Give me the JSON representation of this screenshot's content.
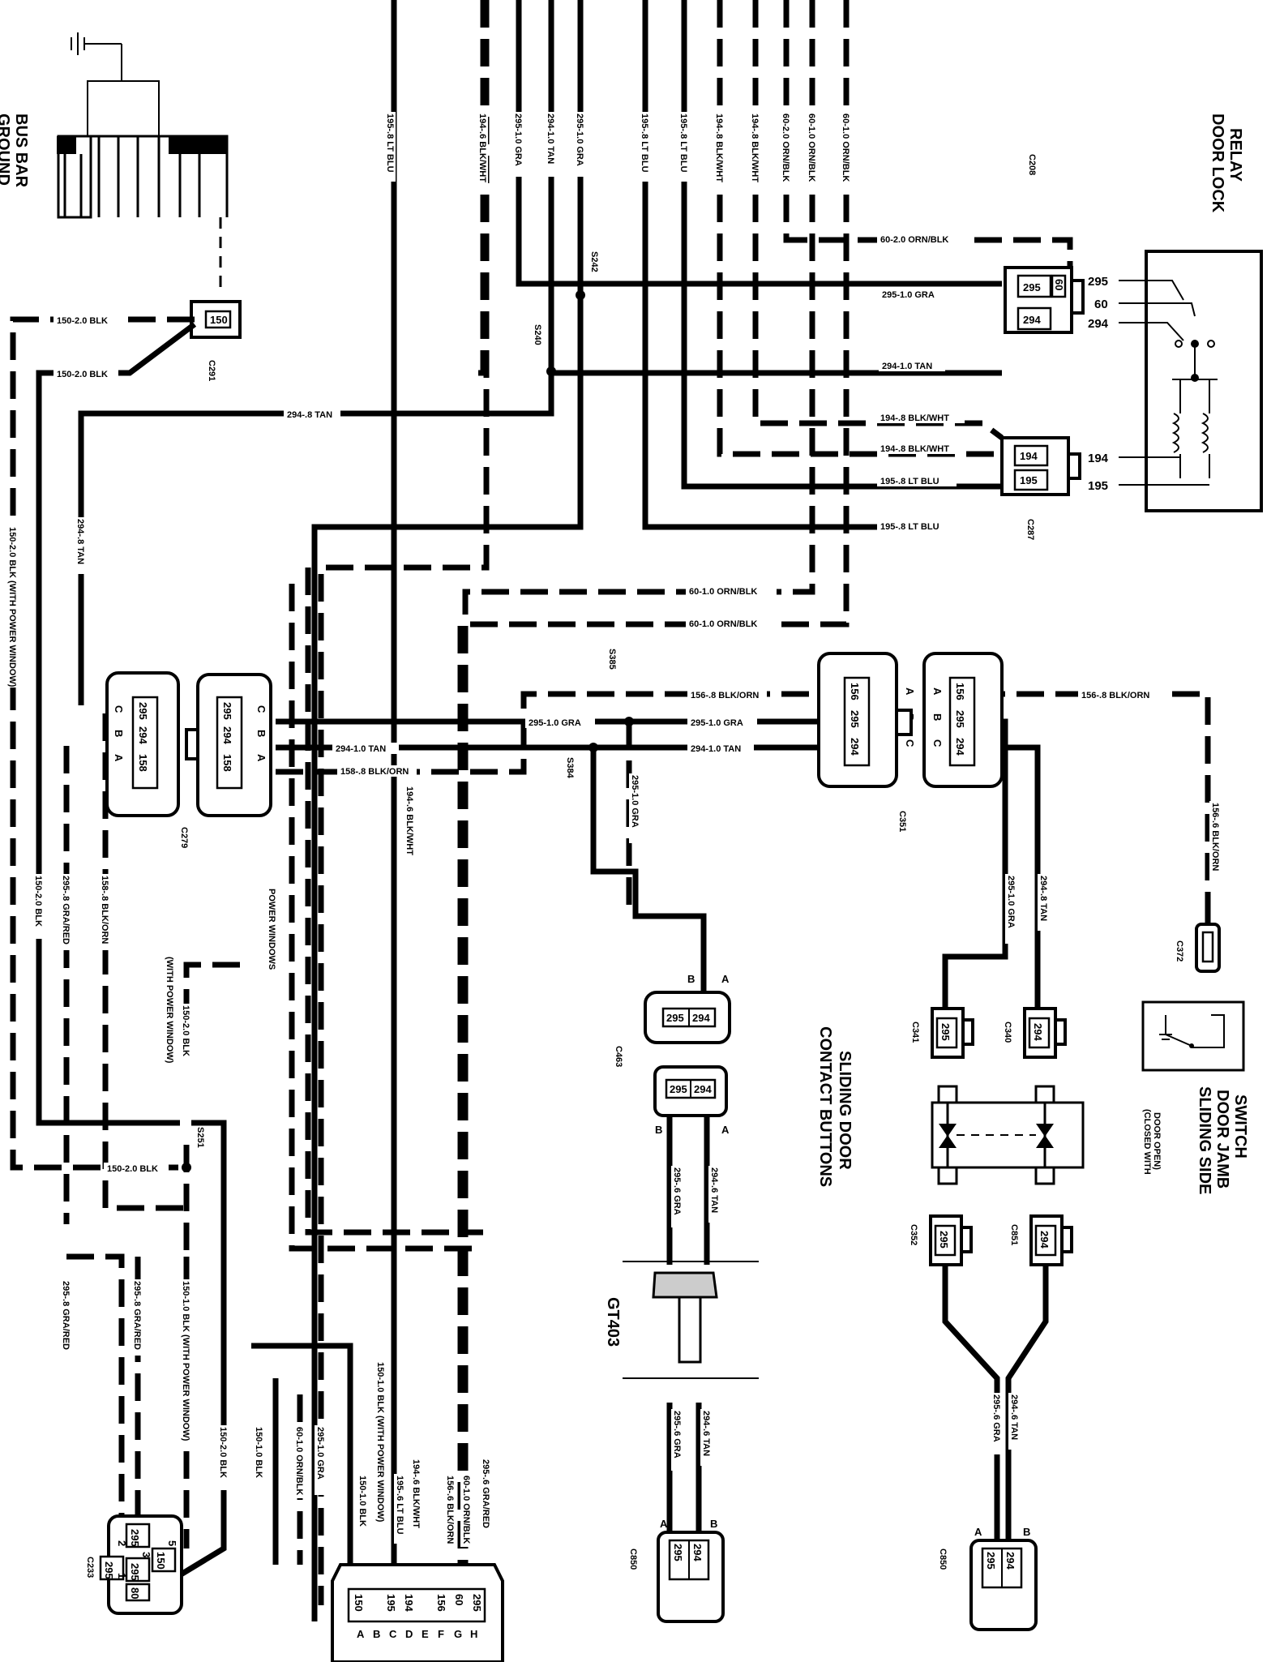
{
  "titles": {
    "bus_bar_ground": [
      "BUS BAR",
      "GROUND"
    ],
    "door_lock_relay": [
      "DOOR LOCK",
      "RELAY"
    ],
    "sliding_door_contact_buttons": [
      "SLIDING DOOR",
      "CONTACT BUTTONS"
    ],
    "sliding_side_door_jamb_switch": [
      "SLIDING SIDE",
      "DOOR JAMB",
      "SWITCH"
    ],
    "jamb_switch_note": [
      "(CLOSED WITH",
      "DOOR OPEN)"
    ],
    "power_windows_note": [
      "POWER WINDOWS",
      "(WITH POWER WINDOW)"
    ],
    "gt403": "GT403"
  },
  "relay_pins": [
    "295",
    "60",
    "294",
    "194",
    "195"
  ],
  "connectors": {
    "c208": "C208",
    "c287": "C287",
    "c291": "C291",
    "c279": "C279",
    "c351": "C351",
    "c372": "C372",
    "c463": "C463",
    "c341": "C341",
    "c340": "C340",
    "c352": "C352",
    "c851": "C851",
    "c233": "C233",
    "c850a": "C850",
    "c850b": "C850",
    "s242": "S242",
    "s240": "S240",
    "s385": "S385",
    "s384": "S384",
    "s251": "S251"
  },
  "pins": {
    "p150": "150",
    "p295": "295",
    "p294": "294",
    "p60": "60",
    "p194": "194",
    "p195": "195",
    "p158": "158",
    "p156": "156",
    "p80": "80",
    "pa": "A",
    "pb": "B",
    "pc": "C",
    "c233_1": "1",
    "c233_2": "2",
    "c233_3": "3",
    "c233_5": "5",
    "letters": [
      "A",
      "B",
      "C",
      "D",
      "E",
      "F",
      "G",
      "H"
    ]
  },
  "wire_labels": {
    "w195_lt_blu": "195-.8 LT BLU",
    "w194_blk_wht_6": "194-.6 BLK/WHT",
    "w295_1_gra": "295-1.0 GRA",
    "w294_1_tan": "294-1.0 TAN",
    "w194_8_blk_wht": "194-.8 BLK/WHT",
    "w60_2_orn_blk": "60-2.0 ORN/BLK",
    "w60_1_orn_blk": "60-1.0 ORN/BLK",
    "w150_2_blk": "150-2.0 BLK",
    "w294_8_tan": "294-.8 TAN",
    "w150_2_blk_pw": "150-2.0 BLK (WITH POWER WINDOW)",
    "w158_8_blk_orn": "158-.8 BLK/ORN",
    "w295_8_gra_red": "295-.8 GRA/RED",
    "w150_1_blk_pw": "150-1.0 BLK (WITH POWER WINDOW)",
    "w150_1_blk": "150-1.0 BLK",
    "w295_1_gra_b": "295-1.0 GRA",
    "w295_6_gra": "295-.6 GRA",
    "w294_6_tan": "294-.6 TAN",
    "w295_6_gra_red": "295-.6 GRA/RED",
    "w156_8_blk_orn": "156-.8 BLK/ORN",
    "w156_6_blk_orn": "156-.6 BLK/ORN",
    "w159_8_blk_orn": "158-.8 BLK/ORN",
    "w60_1_orn_blk_b": "60-1.0 ORN/BLK",
    "w60_2_orn_blk_b": "60-2.0 ORN/BLK",
    "w294_8_tan_b": "294-.8 TAN",
    "w295_1_gra_c": "295-1.0 GRA",
    "w194_6_blk_wht_b": "194-.6 BLK/WHT",
    "w195_6_lt_blu": "195-.6 LT BLU"
  }
}
